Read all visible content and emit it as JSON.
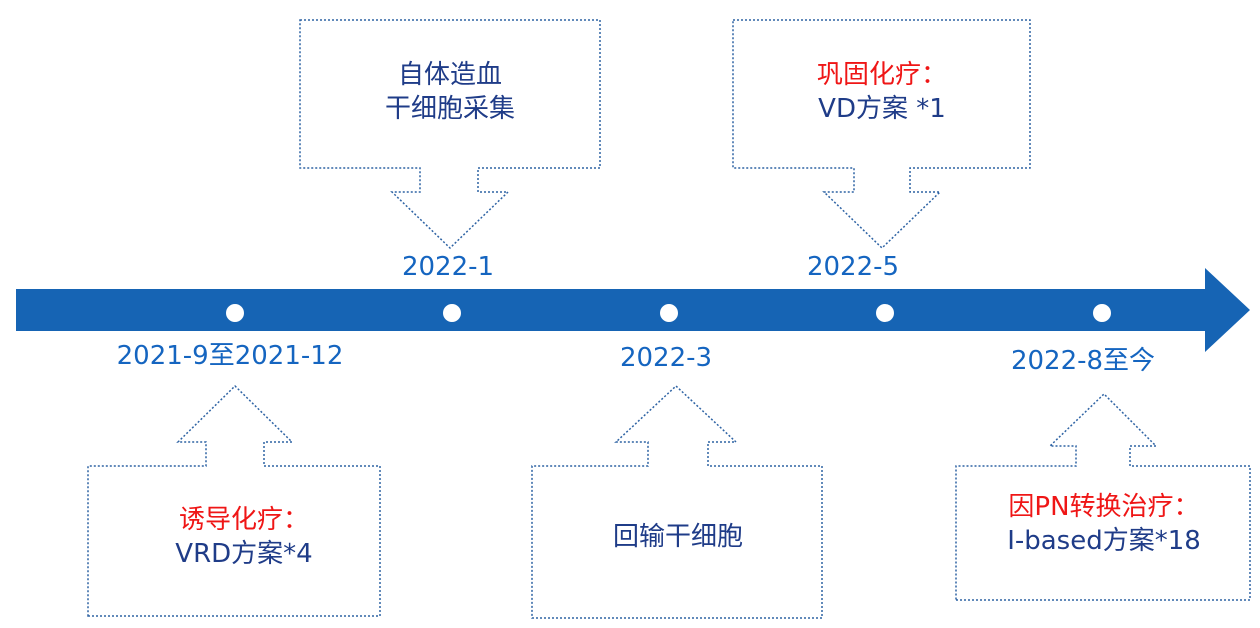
{
  "colors": {
    "arrow": "#1664b4",
    "date_text": "#1565c0",
    "callout_border": "#2e63a4",
    "highlight_red": "#ef1616",
    "body_navy": "#1f3c88"
  },
  "timeline": {
    "milestones": [
      {
        "date": "2021-9至2021-12",
        "label_side": "below"
      },
      {
        "date": "2022-1",
        "label_side": "above"
      },
      {
        "date": "2022-3",
        "label_side": "below"
      },
      {
        "date": "2022-5",
        "label_side": "above"
      },
      {
        "date": "2022-8至今",
        "label_side": "below"
      }
    ]
  },
  "callouts": [
    {
      "id": "stem-cell-collection",
      "heading": "",
      "line1": "自体造血",
      "line2": "干细胞采集"
    },
    {
      "id": "consolidation",
      "heading": "巩固化疗：",
      "line1": "VD方案 *1",
      "line2": ""
    },
    {
      "id": "induction",
      "heading": "诱导化疗：",
      "line1": "VRD方案*4",
      "line2": ""
    },
    {
      "id": "reinfusion",
      "heading": "",
      "line1": "回输干细胞",
      "line2": ""
    },
    {
      "id": "pn-switch",
      "heading": "因PN转换治疗：",
      "line1": "I-based方案*18",
      "line2": ""
    }
  ]
}
